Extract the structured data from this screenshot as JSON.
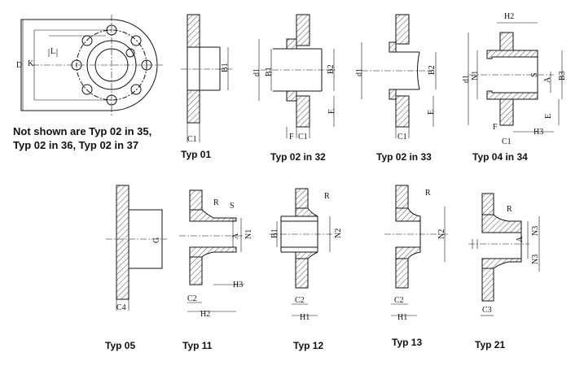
{
  "note": {
    "line1": "Not shown are Typ 02 in 35,",
    "line2": "Typ 02 in 36, Typ 02 in 37"
  },
  "front_view": {
    "labels": {
      "d": "D",
      "k": "K",
      "l": "L"
    }
  },
  "types": [
    {
      "caption": "Typ 01",
      "labels": [
        "B1",
        "C1"
      ]
    },
    {
      "caption": "Typ 02 in 32",
      "labels": [
        "d1",
        "B1",
        "B2",
        "E",
        "F",
        "C1"
      ]
    },
    {
      "caption": "Typ 02 in 33",
      "labels": [
        "d1",
        "B2",
        "E",
        "C1"
      ]
    },
    {
      "caption": "Typ 04 in 34",
      "labels": [
        "H2",
        "d1",
        "N1",
        "S",
        "A",
        "B3",
        "E",
        "F",
        "C1",
        "H3"
      ]
    },
    {
      "caption": "Typ 05",
      "labels": [
        "G",
        "C4"
      ]
    },
    {
      "caption": "Typ 11",
      "labels": [
        "R",
        "S",
        "A",
        "N1",
        "C2",
        "H3",
        "H2"
      ]
    },
    {
      "caption": "Typ 12",
      "labels": [
        "R",
        "B1",
        "N2",
        "C2",
        "H1"
      ]
    },
    {
      "caption": "Typ 13",
      "labels": [
        "R",
        "N2",
        "C2",
        "H1"
      ]
    },
    {
      "caption": "Typ 21",
      "labels": [
        "R",
        "A",
        "N3",
        "N3",
        "C3"
      ]
    }
  ]
}
